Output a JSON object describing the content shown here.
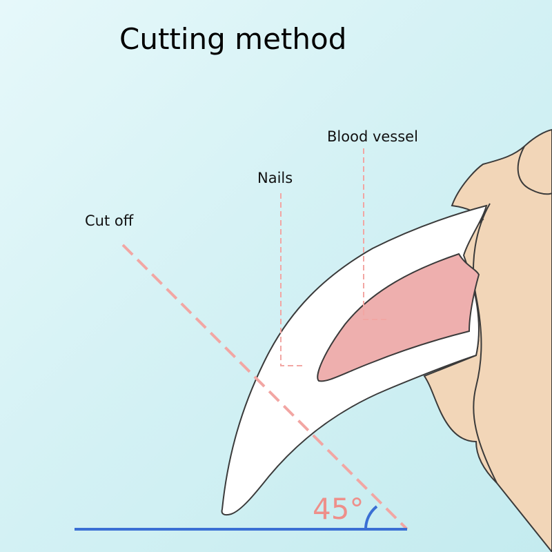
{
  "title": "Cutting method",
  "labels": {
    "blood_vessel": "Blood vessel",
    "nails": "Nails",
    "cut_off": "Cut off",
    "angle": "45°"
  },
  "colors": {
    "dash": "#f2a6a3",
    "blood": "#eeafae",
    "paw": "#f2d6b8",
    "base_line": "#3a6fd4",
    "outline": "#3a3a3a"
  }
}
